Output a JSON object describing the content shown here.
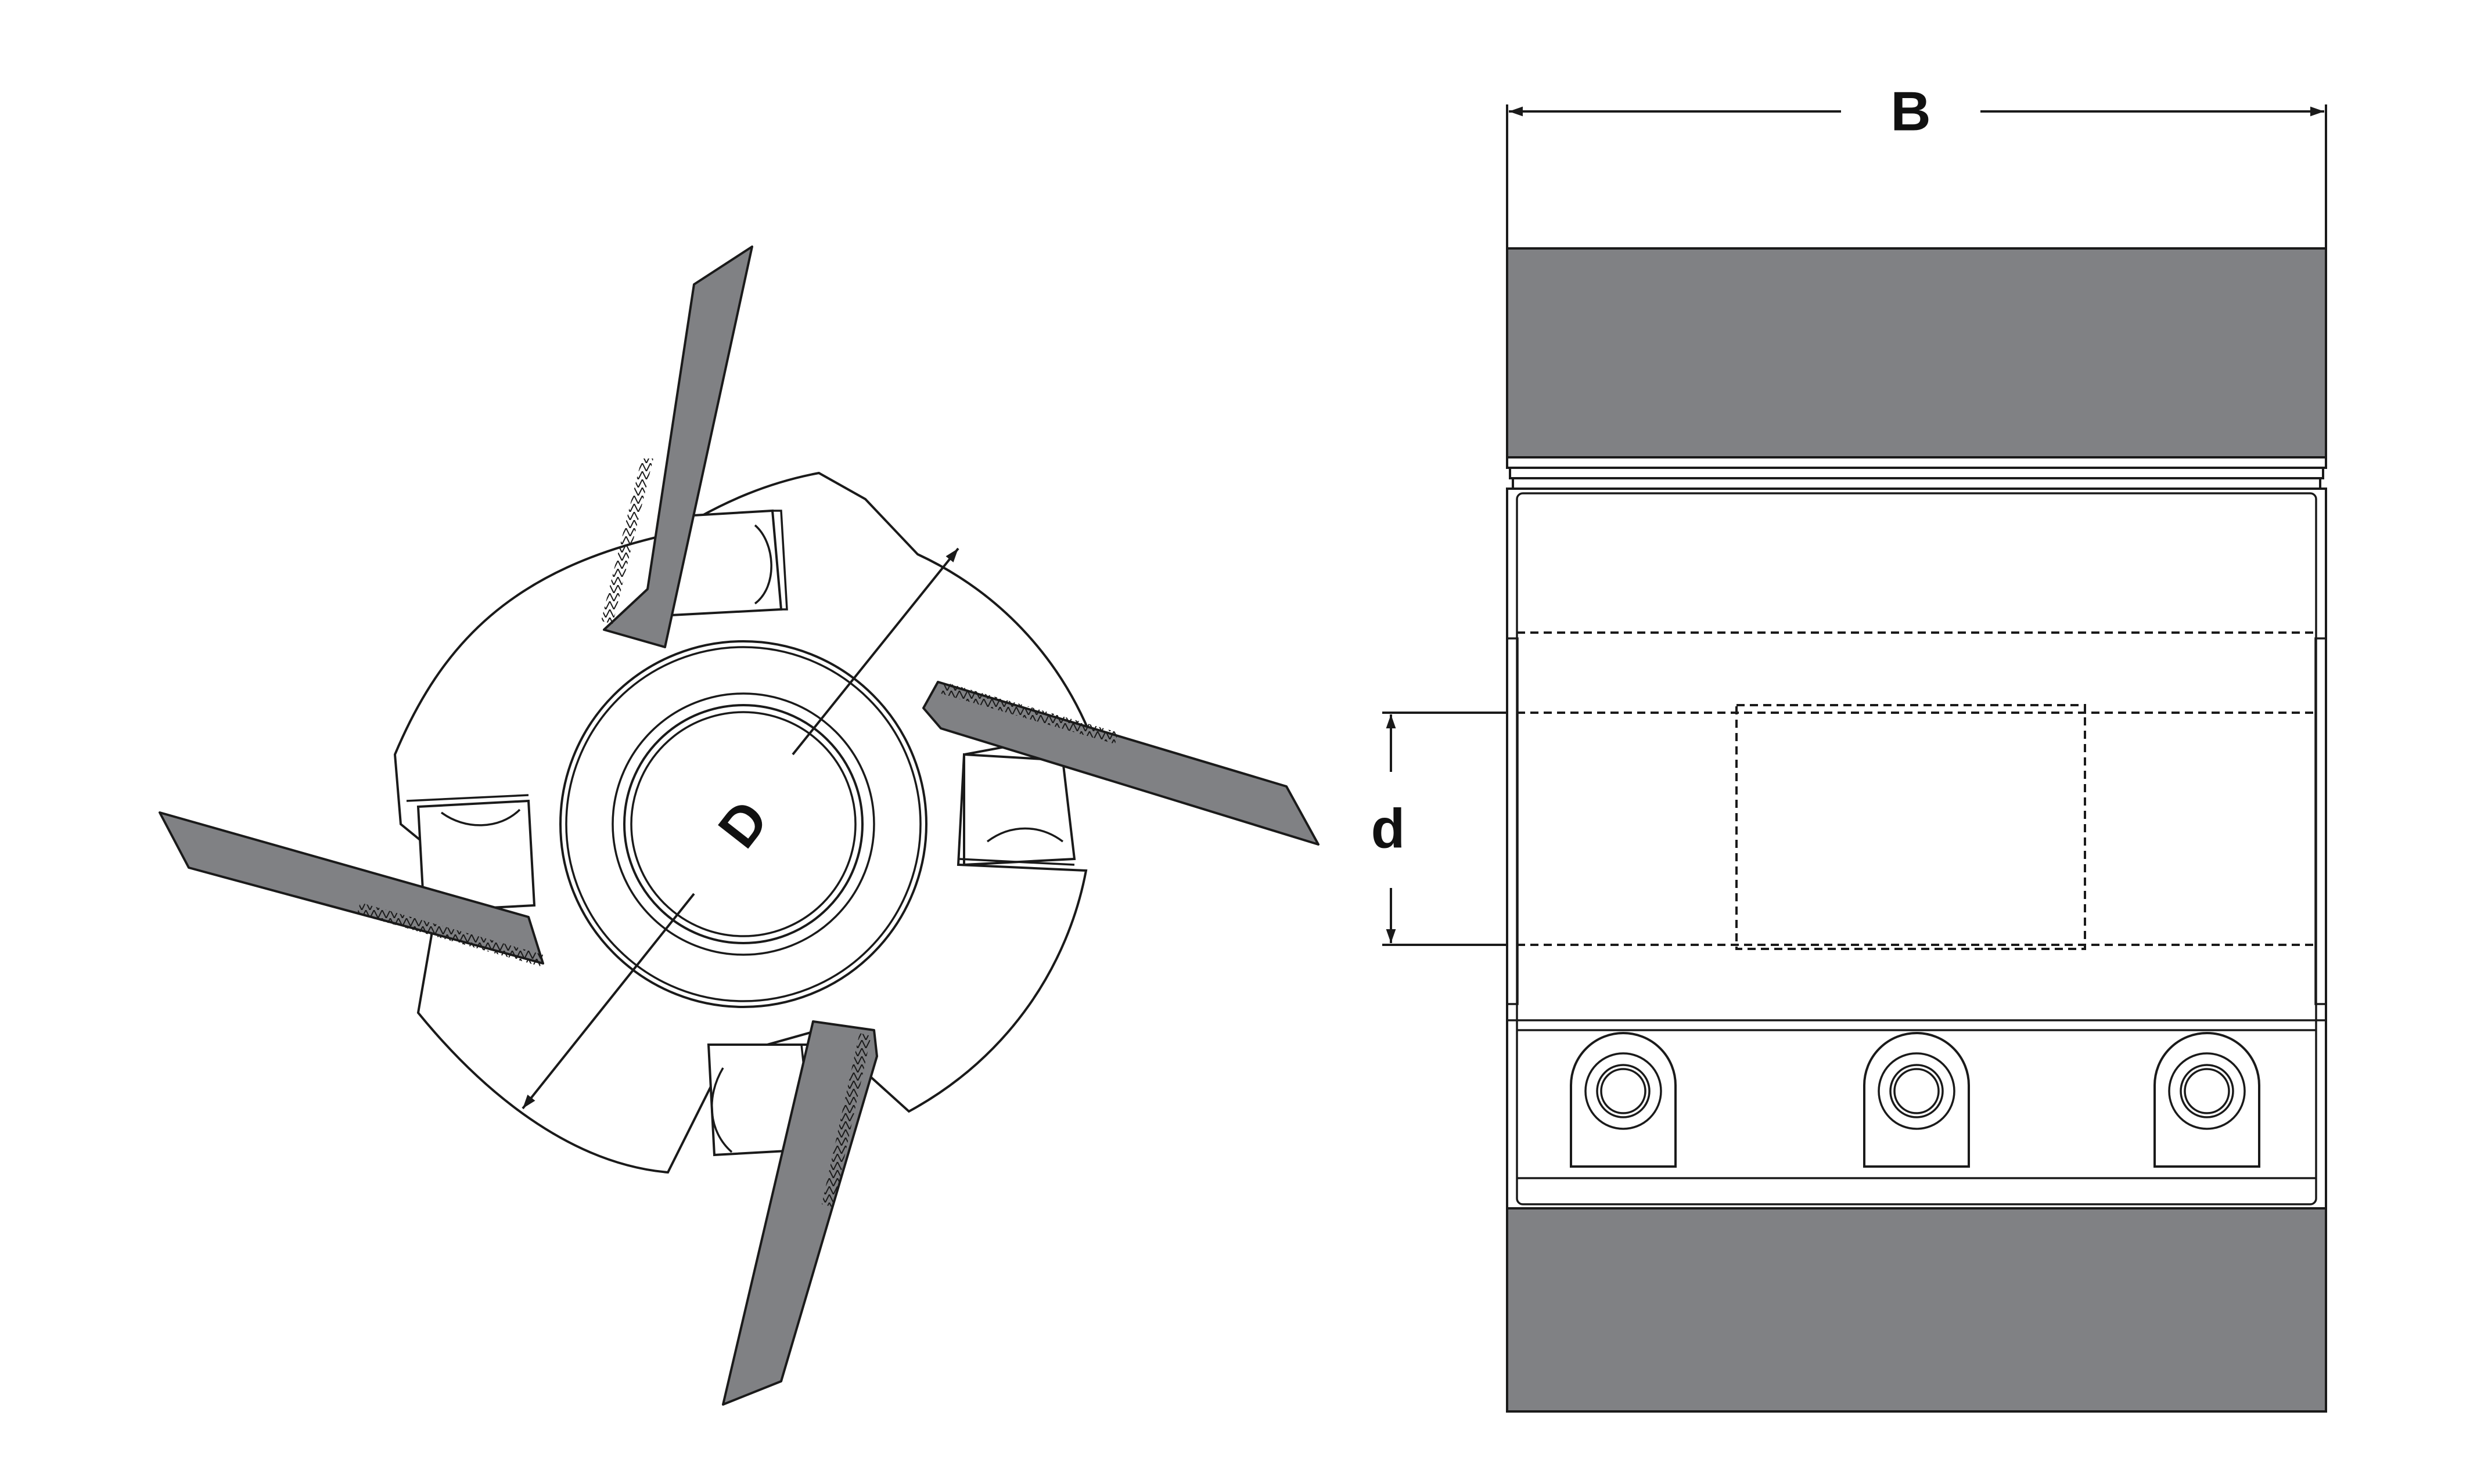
{
  "labels": {
    "diameter": "D",
    "width": "B",
    "bore": "d"
  },
  "colors": {
    "knife_gray": "#808184",
    "line": "#1a1a1a",
    "background": "#ffffff"
  }
}
